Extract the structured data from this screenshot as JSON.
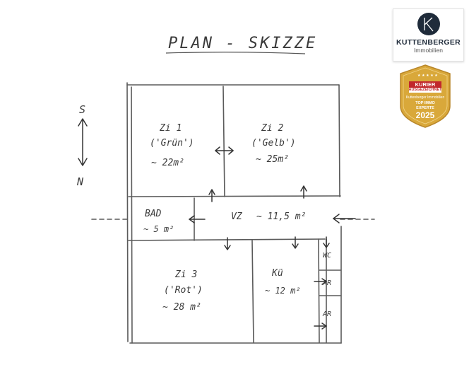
{
  "title": "PLAN - SKIZZE",
  "compass": {
    "top": "S",
    "bottom": "N"
  },
  "rooms": [
    {
      "id": "zi1",
      "name": "Zi 1",
      "color": "('Grün')",
      "area": "~ 22m²"
    },
    {
      "id": "zi2",
      "name": "Zi 2",
      "color": "('Gelb')",
      "area": "~ 25m²"
    },
    {
      "id": "bad",
      "name": "BAD",
      "area": "~ 5 m²"
    },
    {
      "id": "vz",
      "name": "VZ",
      "area": "~ 11,5 m²"
    },
    {
      "id": "zi3",
      "name": "Zi 3",
      "color": "('Rot')",
      "area": "~ 28 m²"
    },
    {
      "id": "ku",
      "name": "Kü",
      "area": "~ 12 m²"
    },
    {
      "id": "wc",
      "name": "WC"
    },
    {
      "id": "ar1",
      "name": "AR"
    },
    {
      "id": "ar2",
      "name": "AR"
    }
  ],
  "logo": {
    "name": "KUTTENBERGER",
    "sub": "Immobilien"
  },
  "badge": {
    "brand": "KURIER",
    "line1": "AUSGEZEICHNET",
    "line2": "Kuttenberger Immobilien",
    "line3": "TOP IMMO",
    "line4": "EXPERTE",
    "year": "2025"
  },
  "colors": {
    "badge_gold": "#d9a83a",
    "badge_red": "#c1272d",
    "logo_navy": "#1f2b3a"
  }
}
